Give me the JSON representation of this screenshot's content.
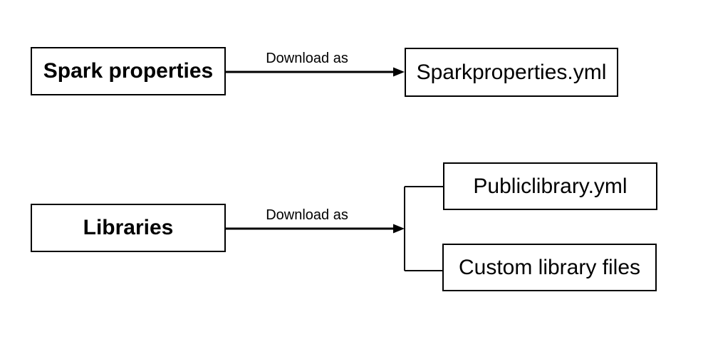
{
  "diagram": {
    "background_color": "#ffffff",
    "stroke_color": "#000000",
    "nodes": {
      "spark_properties": "Spark properties",
      "sparkproperties_yml": "Sparkproperties.yml",
      "libraries": "Libraries",
      "publiclibrary_yml": "Publiclibrary.yml",
      "custom_library_files": "Custom library files"
    },
    "edge_labels": {
      "spark_download_as": "Download as",
      "libraries_download_as": "Download as"
    }
  }
}
